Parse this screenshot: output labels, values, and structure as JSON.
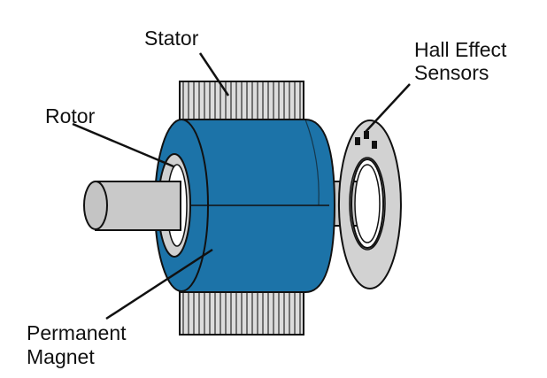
{
  "labels": {
    "stator": "Stator",
    "hall_line1": "Hall Effect",
    "hall_line2": "Sensors",
    "rotor": "Rotor",
    "magnet_line1": "Permanent",
    "magnet_line2": "Magnet"
  },
  "colors": {
    "magnet_blue": "#1c73a8",
    "magnet_blue_dark": "#155d88",
    "shaft_gray": "#c9c9c9",
    "stator_gray": "#dadada",
    "outline": "#111111"
  }
}
